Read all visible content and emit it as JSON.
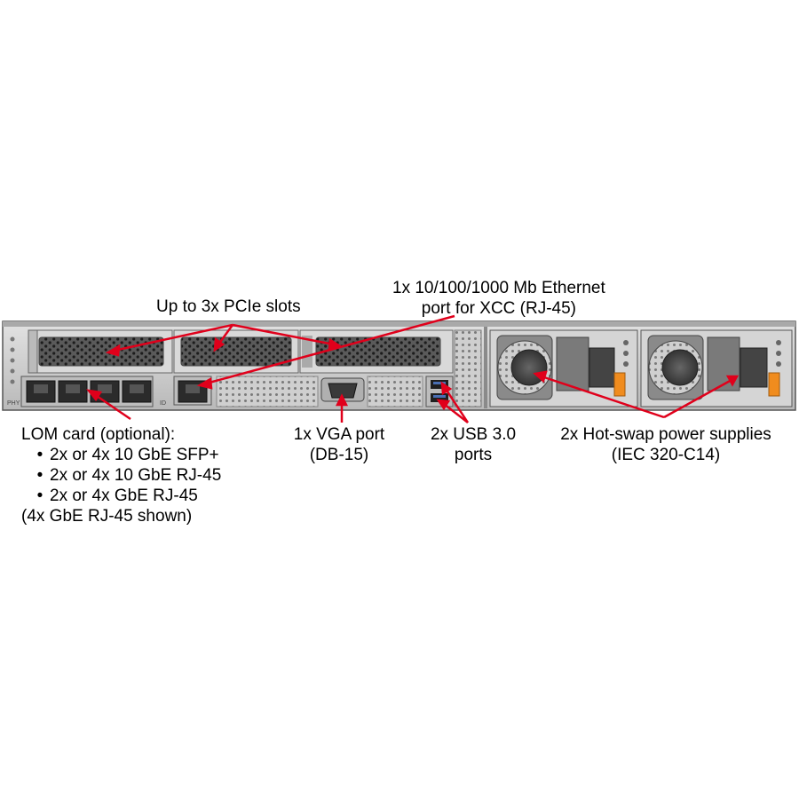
{
  "labels": {
    "pcie": "Up to 3x PCIe slots",
    "xcc_line1": "1x 10/100/1000 Mb Ethernet",
    "xcc_line2": "port for XCC (RJ-45)",
    "lom_title": "LOM card (optional):",
    "lom_items": [
      "2x or 4x 10 GbE SFP+",
      "2x or 4x 10 GbE RJ-45",
      "2x or 4x GbE RJ-45"
    ],
    "lom_note": "(4x GbE RJ-45 shown)",
    "vga_line1": "1x VGA port",
    "vga_line2": "(DB-15)",
    "usb_line1": "2x USB 3.0",
    "usb_line2": "ports",
    "psu_line1": "2x Hot-swap power supplies",
    "psu_line2": "(IEC 320-C14)"
  },
  "chassis_marks": {
    "phy": "PHY",
    "id": "ID"
  },
  "colors": {
    "arrow": "#e0001b",
    "chassis": "#c8c8c8",
    "psu_tab": "#f08c1e"
  }
}
